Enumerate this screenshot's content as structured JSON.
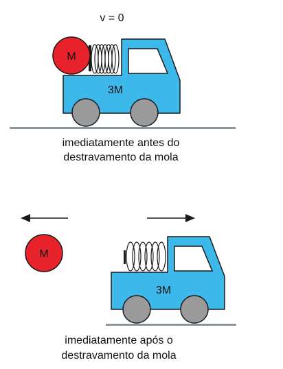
{
  "top_scene": {
    "velocity_label": "v = 0",
    "ball_label": "M",
    "truck_label": "3M",
    "caption_line1": "imediatamente antes do",
    "caption_line2": "destravamento da mola"
  },
  "bottom_scene": {
    "ball_label": "M",
    "truck_label": "3M",
    "caption_line1": "imediatamente após o",
    "caption_line2": "destravamento da mola"
  },
  "colors": {
    "truck_body": "#3db8ea",
    "ball": "#e8222a",
    "wheel": "#9a9a9a",
    "ground": "#8a959c",
    "outline": "#1a1a1a"
  }
}
